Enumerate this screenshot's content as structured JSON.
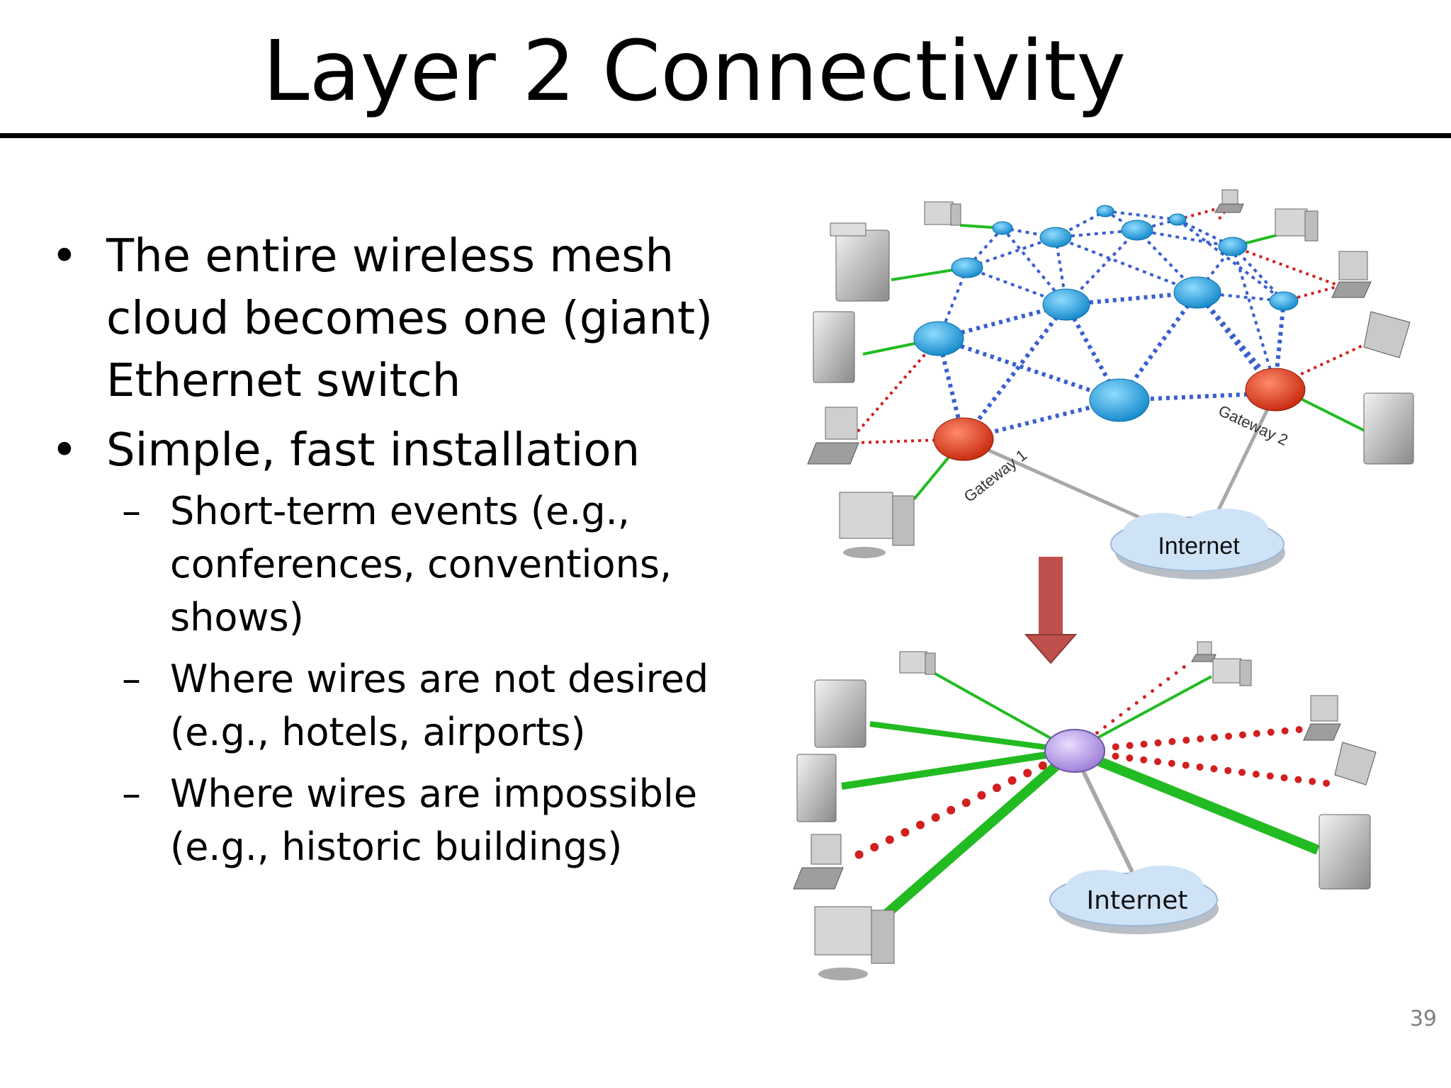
{
  "slide": {
    "title": "Layer 2 Connectivity",
    "page_number": "39"
  },
  "bullets": [
    {
      "text": "The entire wireless mesh cloud becomes one (giant) Ethernet switch",
      "lines": [
        "The entire wireless mesh",
        "cloud becomes one (giant)",
        "Ethernet switch"
      ]
    },
    {
      "text": "Simple, fast installation",
      "lines": [
        "Simple, fast installation"
      ],
      "subitems": [
        {
          "lines": [
            "Short-term events (e.g.,",
            "conferences, conventions,",
            "shows)"
          ]
        },
        {
          "lines": [
            "Where wires are not desired",
            "(e.g., hotels, airports)"
          ]
        },
        {
          "lines": [
            "Where wires are impossible",
            "(e.g., historic buildings)"
          ]
        }
      ]
    }
  ],
  "diagram": {
    "top": {
      "gateway1_label": "Gateway 1",
      "gateway2_label": "Gateway 2",
      "internet_label": "Internet"
    },
    "bottom": {
      "internet_label": "Internet"
    },
    "colors": {
      "mesh_link": "#3a5fd0",
      "wireless_client_link": "#d21f1f",
      "wired_client_link": "#22bb22",
      "mesh_router": "#1ea6e4",
      "gateway_router": "#e23a18",
      "switch_router": "#b79be6",
      "internet_cloud": "#cfe3f7",
      "arrow": "#c0504d"
    }
  }
}
